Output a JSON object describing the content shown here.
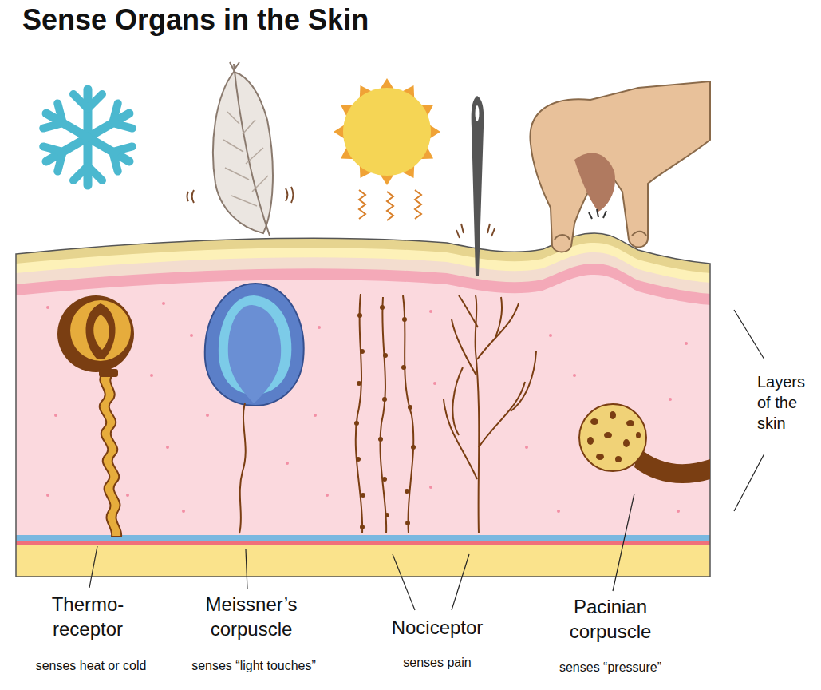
{
  "diagram": {
    "title": "Sense Organs in the Skin",
    "labels": [
      "Thermo- receptor",
      "senses heat or cold",
      "Meissner’s corpuscle",
      "senses “light touches”",
      "Nociceptor",
      "senses pain",
      "Pacinian corpuscle",
      "senses “pressure”",
      "Layers of the skin"
    ]
  }
}
